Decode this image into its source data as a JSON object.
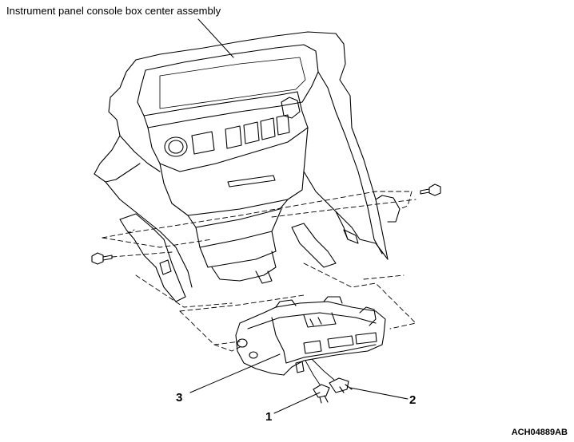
{
  "labels": {
    "title": "Instrument panel console box center assembly",
    "callout_1": "1",
    "callout_2": "2",
    "callout_3": "3",
    "figure_code": "ACH04889AB"
  },
  "colors": {
    "line": "#000000",
    "background": "#ffffff"
  }
}
